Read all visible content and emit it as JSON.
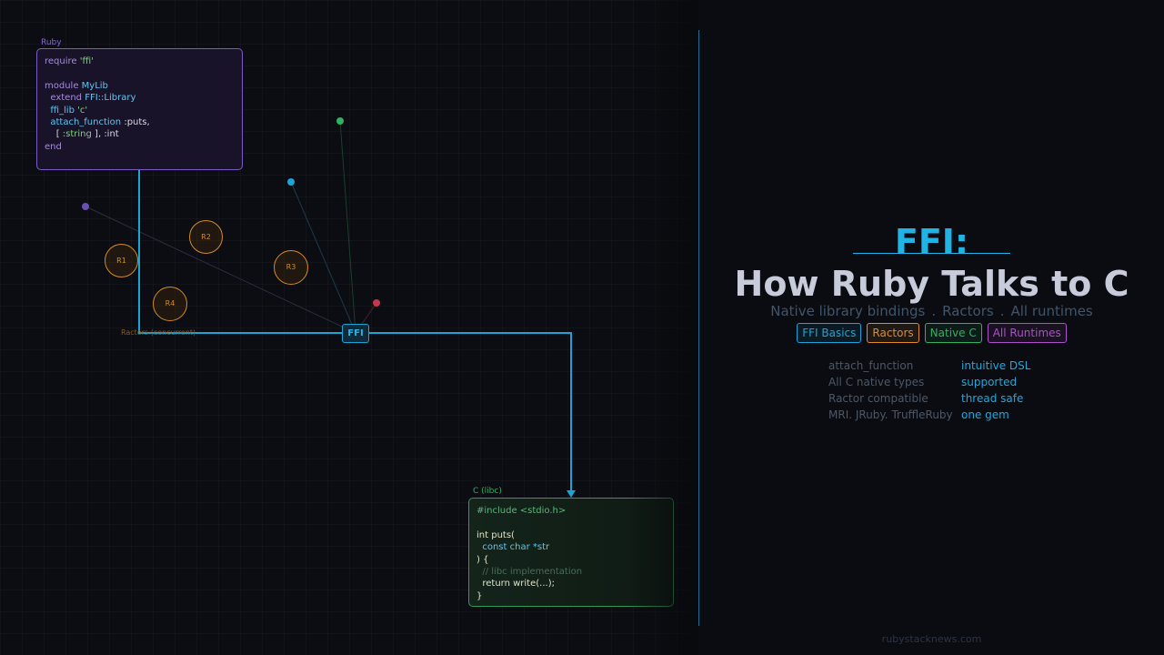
{
  "diagram": {
    "ruby_caption": "Ruby",
    "ruby_code": [
      {
        "parts": [
          {
            "t": "require ",
            "c": "#a78bdc"
          },
          {
            "t": "'ffi'",
            "c": "#7dd37a"
          }
        ]
      },
      {
        "parts": []
      },
      {
        "parts": [
          {
            "t": "module ",
            "c": "#a78bdc"
          },
          {
            "t": "MyLib",
            "c": "#5ec7f2"
          }
        ]
      },
      {
        "parts": [
          {
            "t": "  extend ",
            "c": "#a78bdc"
          },
          {
            "t": "FFI::Library",
            "c": "#5ec7f2"
          }
        ]
      },
      {
        "parts": [
          {
            "t": "  ffi_lib ",
            "c": "#5ec7f2"
          },
          {
            "t": "'c'",
            "c": "#7dd37a"
          }
        ]
      },
      {
        "parts": [
          {
            "t": "  attach_function ",
            "c": "#5ec7f2"
          },
          {
            "t": ":puts,",
            "c": "#d6d9e2"
          }
        ]
      },
      {
        "parts": [
          {
            "t": "    [ ",
            "c": "#d6d9e2"
          },
          {
            "t": ":string",
            "c": "#7dd37a"
          },
          {
            "t": " ], :int",
            "c": "#d6d9e2"
          }
        ]
      },
      {
        "parts": [
          {
            "t": "end",
            "c": "#a78bdc"
          }
        ]
      }
    ],
    "c_caption": "C (libc)",
    "c_code": [
      {
        "parts": [
          {
            "t": "#include <stdio.h>",
            "c": "#58b97a"
          }
        ]
      },
      {
        "parts": []
      },
      {
        "parts": [
          {
            "t": "int puts(",
            "c": "#e2e2c8"
          }
        ]
      },
      {
        "parts": [
          {
            "t": "  const char *str",
            "c": "#5ec7f2"
          }
        ]
      },
      {
        "parts": [
          {
            "t": ") {",
            "c": "#e2e2c8"
          }
        ]
      },
      {
        "parts": [
          {
            "t": "  // libc implementation",
            "c": "#4b6b58"
          }
        ]
      },
      {
        "parts": [
          {
            "t": "  return write(...);",
            "c": "#e2e2c8"
          }
        ]
      },
      {
        "parts": [
          {
            "t": "}",
            "c": "#e2e2c8"
          }
        ]
      }
    ],
    "ffi_label": "FFI",
    "ractors_caption": "Ractors (concurrent)",
    "ractors": [
      "R1",
      "R2",
      "R3",
      "R4"
    ]
  },
  "title_line1": "FFI:",
  "title_line2": "How Ruby Talks to C",
  "subtitle": [
    "Native library bindings",
    ".",
    "Ractors",
    ".",
    "All runtimes"
  ],
  "tags": [
    {
      "label": "FFI Basics",
      "color": "#1ba4d6"
    },
    {
      "label": "Ractors",
      "color": "#e08a2a"
    },
    {
      "label": "Native C",
      "color": "#2fb25f"
    },
    {
      "label": "All Runtimes",
      "color": "#b04fc9"
    }
  ],
  "features": [
    {
      "label": "attach_function",
      "value": "intuitive DSL"
    },
    {
      "label": "All C native types",
      "value": "supported"
    },
    {
      "label": "Ractor compatible",
      "value": "thread safe"
    },
    {
      "label": "MRI. JRuby. TruffleRuby",
      "value": "one gem"
    }
  ],
  "footer": "rubystacknews.com",
  "colors": {
    "ruby": "#8b67d6",
    "ffi": "#1ba4d6",
    "ractor": "#d38a25",
    "c": "#2fb25f",
    "accent": "#20b4e6"
  }
}
